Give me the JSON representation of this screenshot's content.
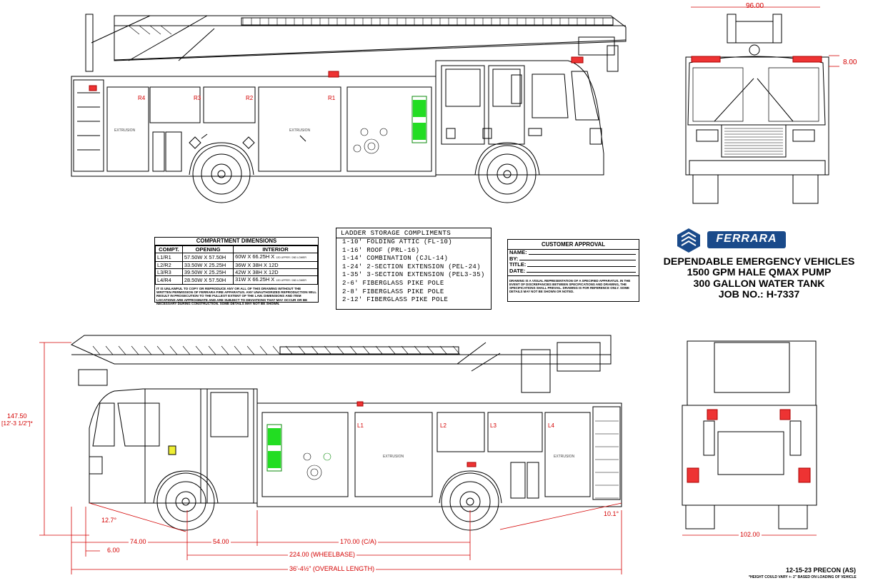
{
  "dimensions": {
    "front_width": "96.00",
    "front_offset": "8.00",
    "height_total": "147.50",
    "height_ftin": "[12'-3 1/2\"]*",
    "approach_angle": "12.7°",
    "departure_angle": "10.1°",
    "front_overhang": "74.00",
    "bumper": "6.00",
    "cab_to_axle": "54.00",
    "c_a": "170.00 (C/A)",
    "wheelbase": "224.00 (WHEELBASE)",
    "overall_length": "36'-4½\" (OVERALL LENGTH)",
    "rear_width": "102.00"
  },
  "compartment_labels_right": [
    "R4",
    "R3",
    "R2",
    "R1"
  ],
  "compartment_labels_left": [
    "L1",
    "L2",
    "L3",
    "L4"
  ],
  "extrusion_label": "EXTRUSION",
  "compartment_table": {
    "title": "COMPARTMENT DIMENSIONS",
    "headers": [
      "COMPT.",
      "OPENING",
      "INTERIOR"
    ],
    "rows": [
      [
        "L1/R1",
        "57.50W X 57.50H",
        "60W X 66.25H X",
        "12D UPPER / 26D LOWER"
      ],
      [
        "L2/R2",
        "33.50W X 25.25H",
        "36W X 38H X 12D",
        ""
      ],
      [
        "L3/R3",
        "39.50W X 25.25H",
        "42W X 38H X 12D",
        ""
      ],
      [
        "L4/R4",
        "28.50W X 57.50H",
        "31W X 66.25H X",
        "12D UPPER / 26D LOWER"
      ]
    ],
    "note": "IT IS UNLAWFUL TO COPY OR REPRODUCE ANY OR ALL OF THIS DRAWING WITHOUT THE WRITTEN PERMISSION OF FERRARA FIRE APPARATUS. ANY UNAUTHORIZED REPRODUCTION WILL RESULT IN PROSECUTION TO THE FULLEST EXTENT OF THE LAW. DIMENSIONS AND ITEM LOCATIONS ARE APPROXIMATE AND ARE SUBJECT TO DEVIATIONS THAT MAY OCCUR OR BE NECESSARY DURING CONSTRUCTION. SOME DETAILS MAY NOT BE SHOWN."
  },
  "ladder_storage": {
    "title": "LADDER STORAGE COMPLIMENTS",
    "items": [
      "1-10' FOLDING ATTIC (FL-10)",
      "1-16' ROOF (PRL-16)",
      "1-14' COMBINATION (CJL-14)",
      "1-24' 2-SECTION EXTENSION (PEL-24)",
      "1-35' 3-SECTION EXTENSION (PEL3-35)",
      "2-6' FIBERGLASS PIKE POLE",
      "2-8' FIBERGLASS PIKE POLE",
      "2-12' FIBERGLASS PIKE POLE"
    ]
  },
  "approval": {
    "title": "CUSTOMER APPROVAL",
    "fields": [
      "NAME:",
      "BY:",
      "TITLE:",
      "DATE:"
    ],
    "note": "DRAWING IS A VISUAL REPRESENTATION OF A SPECIFIED APPARATUS. IN THE EVENT OF DISCREPANCIES BETWEEN SPECIFICATIONS AND DRAWING, THE SPECIFICATIONS SHALL PREVAIL. DRAWING IS FOR REFERENCE ONLY. SOME DETAILS MAY NOT BE SHOWN OR NOTED."
  },
  "brand": {
    "name": "FERRARA",
    "color": "#1a4a8a"
  },
  "title_block": {
    "line1": "DEPENDABLE EMERGENCY VEHICLES",
    "line2": "1500 GPM HALE QMAX PUMP",
    "line3": "300 GALLON WATER TANK",
    "line4": "JOB NO.: H-7337"
  },
  "revision": "12-15-23 PRECON (AS)",
  "height_note": "*HEIGHT COULD VARY +- 2\" BASED ON LOADING OF VEHICLE",
  "colors": {
    "dimension": "#d40000",
    "light_green": "#22dd22",
    "lines": "#000000"
  }
}
